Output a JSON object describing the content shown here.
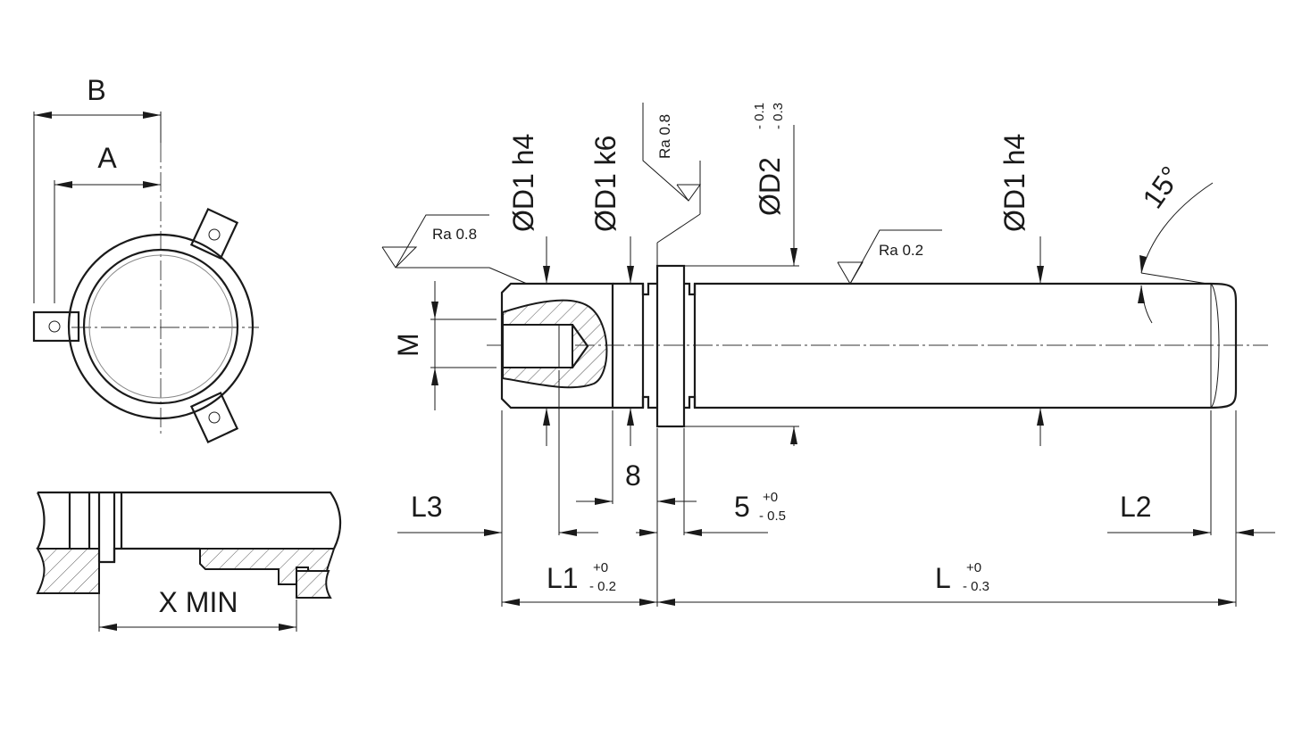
{
  "labels": {
    "B": "B",
    "A": "A",
    "x_min": "X MIN",
    "m": "M",
    "l3": "L3",
    "l2": "L2",
    "dim8": "8",
    "dim5": "5",
    "dim5_tol_plus": "+0",
    "dim5_tol_minus": "- 0.5",
    "l1": "L1",
    "l1_tol_plus": "+0",
    "l1_tol_minus": "- 0.2",
    "l": "L",
    "l_tol_plus": "+0",
    "l_tol_minus": "- 0.3",
    "d1h4_left": "ØD1 h4",
    "d1k6": "ØD1 k6",
    "d2": "ØD2",
    "d2_tol_upper": "- 0.1",
    "d2_tol_lower": "- 0.3",
    "d1h4_right": "ØD1 h4",
    "angle": "15°"
  },
  "roughness": {
    "left": "Ra 0.8",
    "groove": "Ra 0.8",
    "shaft": "Ra 0.2"
  }
}
